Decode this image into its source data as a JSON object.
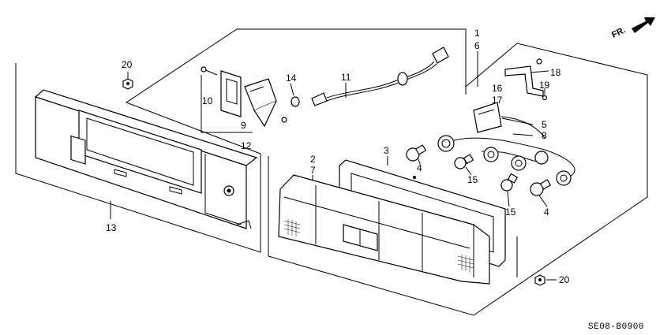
{
  "diagram": {
    "direction_label": "FR.",
    "diagram_code": "SE08-B0900",
    "callouts": [
      "1",
      "2",
      "3",
      "4",
      "4",
      "5",
      "6",
      "7",
      "8",
      "9",
      "10",
      "11",
      "12",
      "13",
      "14",
      "15",
      "15",
      "16",
      "17",
      "18",
      "19",
      "20",
      "20"
    ]
  }
}
